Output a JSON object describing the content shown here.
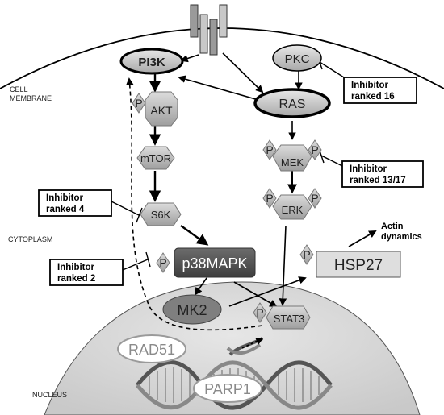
{
  "regions": {
    "cell_membrane_line1": "CELL",
    "cell_membrane_line2": "MEMBRANE",
    "cytoplasm": "CYTOPLASM",
    "nucleus": "NUCLEUS"
  },
  "nodes": {
    "pi3k": "PI3K",
    "pkc": "PKC",
    "ras": "RAS",
    "akt": "AKT",
    "mtor": "mTOR",
    "s6k": "S6K",
    "mek": "MEK",
    "erk": "ERK",
    "p38mapk": "p38MAPK",
    "hsp27": "HSP27",
    "mk2": "MK2",
    "stat3": "STAT3",
    "rad51": "RAD51",
    "parp1": "PARP1",
    "phospho": "P"
  },
  "annotations": {
    "actin_line1": "Actin",
    "actin_line2": "dynamics"
  },
  "inhibitors": [
    {
      "line1": "Inhibitor",
      "line2": "ranked 16"
    },
    {
      "line1": "Inhibitor",
      "line2": "ranked 13/17"
    },
    {
      "line1": "Inhibitor",
      "line2": "ranked 4"
    },
    {
      "line1": "Inhibitor",
      "line2": "ranked 2"
    }
  ],
  "colors": {
    "node_fill": "#b8b8b8",
    "dark_node_fill": "#555555",
    "nucleus_fill": "#d9d9d9",
    "line": "#000000"
  }
}
